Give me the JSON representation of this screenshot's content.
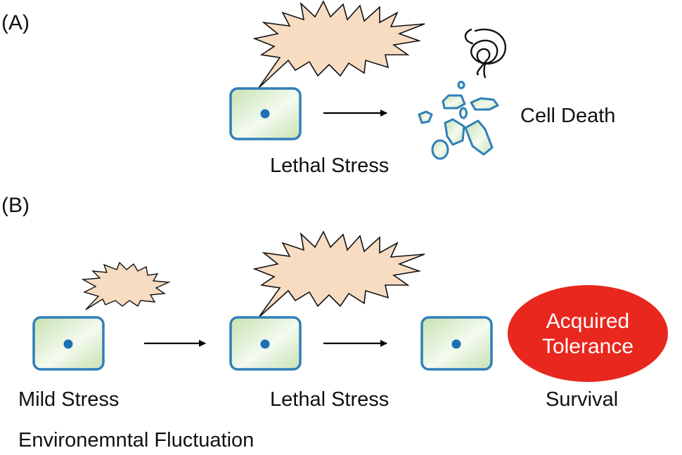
{
  "panel_a": {
    "label": "(A)",
    "stress_label": "Lethal Stress",
    "outcome_label": "Cell Death"
  },
  "panel_b": {
    "label": "(B)",
    "mild_label": "Mild Stress",
    "lethal_label": "Lethal Stress",
    "survival_label": "Survival",
    "tolerance_line1": "Acquired",
    "tolerance_line2": "Tolerance",
    "footer": "Environemntal Fluctuation"
  },
  "colors": {
    "cell_border": "#2f7fb8",
    "cell_fill": "#d8ebc6",
    "nucleus": "#1f6fb4",
    "burst_fill": "#f8dcc2",
    "tolerance_fill": "#e8271e"
  }
}
